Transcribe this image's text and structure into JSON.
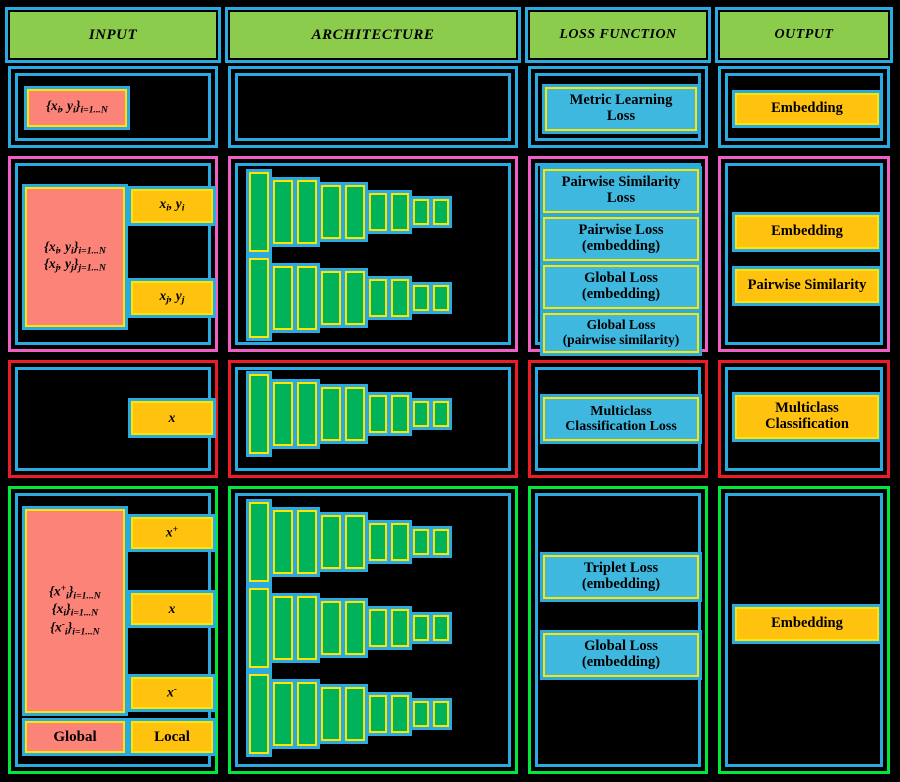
{
  "title": "Deep metric learning pipeline taxonomy",
  "colors": {
    "header_green": "#8ccc4c",
    "frame_blue": "#29abe2",
    "frame_magenta": "#ef5fc4",
    "frame_red": "#ee1c25",
    "frame_green": "#00e83c",
    "chip_salmon": "#fc8378",
    "chip_amber": "#ffc20e",
    "chip_sky": "#3fb8e0",
    "layer_green": "#00b259",
    "layer_border_yellow": "#ffe400",
    "background": "#000000"
  },
  "headers": [
    {
      "label": "INPUT"
    },
    {
      "label": "ARCHITECTURE"
    },
    {
      "label": "LOSS FUNCTION"
    },
    {
      "label": "OUTPUT"
    }
  ],
  "rows": [
    {
      "key": "generic",
      "frame_color": "#29abe2",
      "input": {
        "global": "{xi, yi}i=1..N",
        "locals": []
      },
      "architecture": {
        "streams": 0
      },
      "losses": [
        "Metric Learning Loss"
      ],
      "outputs": [
        "Embedding"
      ]
    },
    {
      "key": "pairwise",
      "frame_color": "#ef5fc4",
      "input": {
        "global": "{xi, yi}i=1..N  {xj, yj}j=1..N",
        "locals": [
          "xi, yi",
          "xj, yj"
        ]
      },
      "architecture": {
        "streams": 2
      },
      "losses": [
        "Pairwise Similarity Loss",
        "Pairwise Loss (embedding)",
        "Global Loss (embedding)",
        "Global Loss (pairwise similarity)"
      ],
      "outputs": [
        "Embedding",
        "Pairwise Similarity"
      ]
    },
    {
      "key": "classification",
      "frame_color": "#ee1c25",
      "input": {
        "global": "",
        "locals": [
          "x"
        ]
      },
      "architecture": {
        "streams": 1
      },
      "losses": [
        "Multiclass Classification Loss"
      ],
      "outputs": [
        "Multiclass Classification"
      ]
    },
    {
      "key": "triplet",
      "frame_color": "#00e83c",
      "input": {
        "global": "{x+i}i=1..N  {xi}i=1..N  {x-i}i=1..N",
        "locals": [
          "x+",
          "x",
          "x-"
        ]
      },
      "architecture": {
        "streams": 3
      },
      "losses": [
        "Triplet Loss (embedding)",
        "Global Loss (embedding)"
      ],
      "outputs": [
        "Embedding"
      ]
    }
  ],
  "input_chips": {
    "row1_set": "{x",
    "row1_set_sub1": "i,",
    "row1_set_b": " y",
    "legend_global": "Global",
    "legend_local": "Local"
  },
  "loss_labels": {
    "metric_learning_1": "Metric Learning",
    "metric_learning_2": "Loss",
    "pairwise_similarity_1": "Pairwise Similarity",
    "pairwise_similarity_2": "Loss",
    "pairwise_loss_1": "Pairwise Loss",
    "pairwise_loss_2": "(embedding)",
    "global_emb_1": "Global Loss",
    "global_emb_2": "(embedding)",
    "global_pair_1": "Global Loss",
    "global_pair_2": "(pairwise similarity)",
    "multiclass_1": "Multiclass",
    "multiclass_2": "Classification Loss",
    "triplet_1": "Triplet Loss",
    "triplet_2": "(embedding)",
    "triplet_global_1": "Global Loss",
    "triplet_global_2": "(embedding)"
  },
  "output_labels": {
    "embedding": "Embedding",
    "pairwise_similarity": "Pairwise Similarity",
    "multiclass_1": "Multiclass",
    "multiclass_2": "Classification"
  },
  "architecture_layers": {
    "description": "Convolutional stream: 9 layer blocks of decreasing height",
    "widths": [
      20,
      20,
      20,
      20,
      20,
      18,
      18,
      16,
      16
    ],
    "heights": [
      80,
      64,
      64,
      54,
      54,
      38,
      38,
      26,
      26
    ],
    "count": 9
  }
}
